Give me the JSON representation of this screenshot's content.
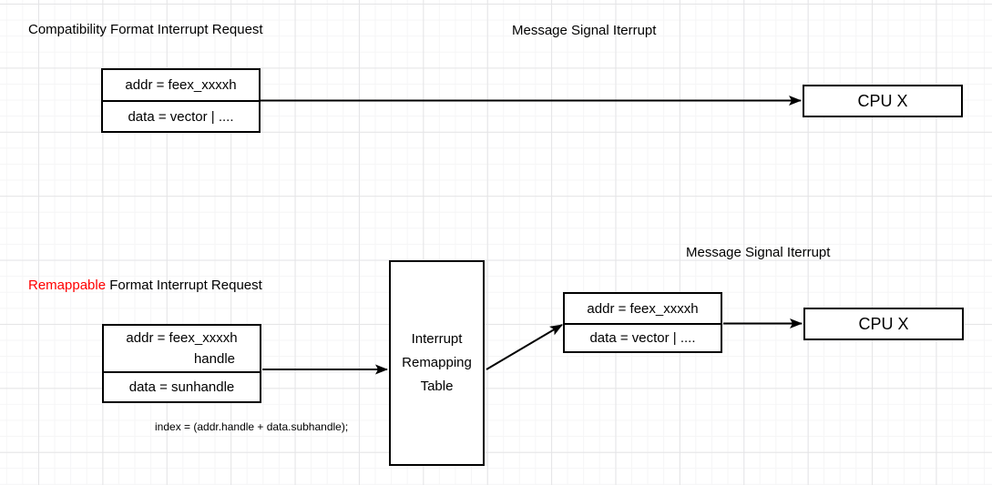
{
  "colors": {
    "background": "#ffffff",
    "stroke": "#000000",
    "text": "#000000",
    "highlight_red": "#ff0000",
    "grid_minor": "#f5f5f6",
    "grid_major": "#e4e4e6"
  },
  "labels": {
    "compatibility_title": "Compatibility Format Interrupt Request",
    "msi_top": "Message Signal Iterrupt",
    "remappable_highlight": "Remappable",
    "remappable_rest": " Format Interrupt Request",
    "msi_bottom": "Message Signal Iterrupt",
    "index_formula": "index = (addr.handle + data.subhandle);"
  },
  "nodes": {
    "compat_msi": {
      "addr": "addr = feex_xxxxh",
      "data": "data = vector | ...."
    },
    "cpu_top": {
      "label": "CPU X"
    },
    "remap_request": {
      "addr_line1": "addr = feex_xxxxh",
      "addr_line2": "handle",
      "data": "data = sunhandle"
    },
    "remap_table": {
      "line1": "Interrupt",
      "line2": "Remapping",
      "line3": "Table"
    },
    "remapped_msi": {
      "addr": "addr = feex_xxxxh",
      "data": "data = vector | ...."
    },
    "cpu_bottom": {
      "label": "CPU X"
    }
  }
}
